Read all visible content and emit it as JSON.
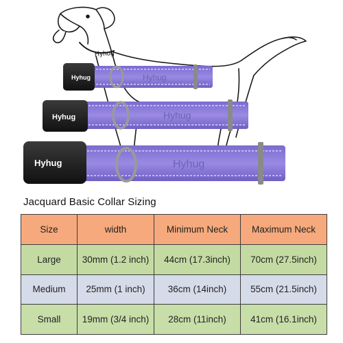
{
  "illustration": {
    "brand_text": "Hyhug",
    "collar_color": "#8f7fdc",
    "buckle_color": "#1d1d1d",
    "ring_color": "#9a9a9a",
    "collar_sizes": [
      "Small",
      "Medium",
      "Large"
    ]
  },
  "heading": "Jacquard Basic Collar Sizing",
  "table": {
    "headers": [
      "Size",
      "width",
      "Minimum Neck",
      "Maximum Neck"
    ],
    "rows": [
      [
        "Large",
        "30mm (1.2 inch)",
        "44cm (17.3inch)",
        "70cm (27.5inch)"
      ],
      [
        "Medium",
        "25mm (1 inch)",
        "36cm (14inch)",
        "55cm (21.5inch)"
      ],
      [
        "Small",
        "19mm (3/4 inch)",
        "28cm (11inch)",
        "41cm (16.1inch)"
      ]
    ],
    "colors": {
      "header": "#f6a97c",
      "large": "#c3dba3",
      "medium": "#d5dbe9",
      "small": "#c7dea8"
    }
  }
}
